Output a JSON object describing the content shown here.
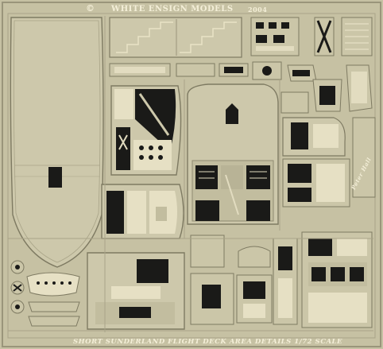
{
  "fret": {
    "copyright_symbol": "©",
    "brand": "WHITE ENSIGN MODELS",
    "year": "2004",
    "title": "SHORT SUNDERLAND FLIGHT DECK AREA DETAILS 1/72 SCALE",
    "signature": "Peter Hall"
  },
  "colors": {
    "brass": "#c7c2a4",
    "brass_light": "#e2dcc0",
    "edge": "#8f8a70",
    "cutout": "#1a1a18",
    "backdrop": "#ffffff"
  }
}
